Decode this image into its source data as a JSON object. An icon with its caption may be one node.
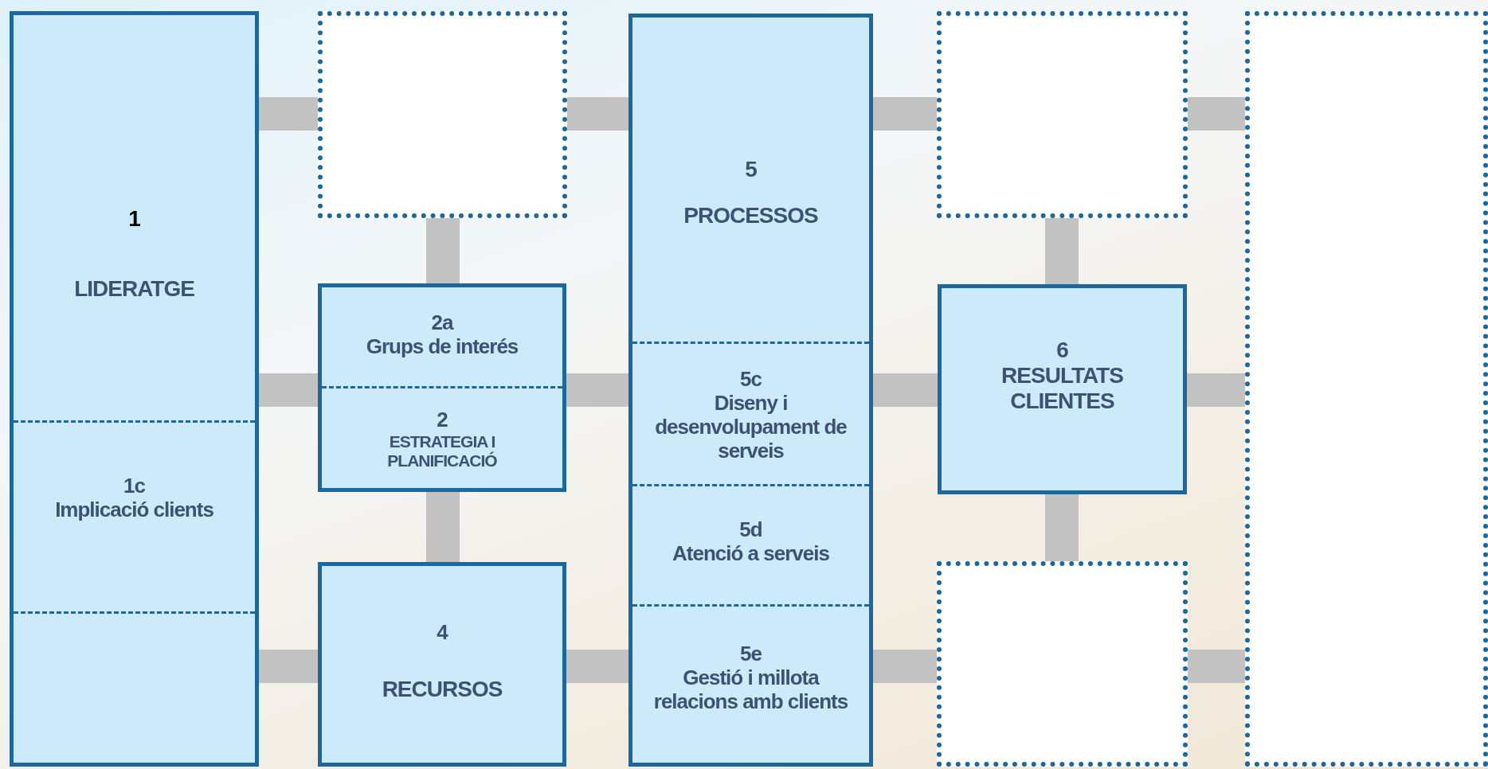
{
  "diagram": {
    "nodes": [
      {
        "text": [
          "1",
          "LIDERATGE"
        ]
      },
      {
        "text": [
          "1c",
          "Implicació clients"
        ],
        "in": 0
      },
      {
        "text": [],
        "shape": "box"
      },
      {
        "text": [
          "2",
          "ESTRATEGIA I PLANIFICACIÓ"
        ]
      },
      {
        "text": [
          "2a",
          "Grups de interés"
        ],
        "in": 3
      },
      {
        "text": [
          "4",
          "RECURSOS"
        ]
      },
      {
        "text": [
          "5",
          "PROCESSOS"
        ]
      },
      {
        "text": [
          "5c",
          "Diseny i desenvolupament de serveis"
        ],
        "in": 6
      },
      {
        "text": [
          "5d",
          "Atenció a serveis"
        ],
        "in": 6
      },
      {
        "text": [
          "5e",
          "Gestió i millota relacions amb clients"
        ],
        "in": 6
      },
      {
        "text": [],
        "shape": "box"
      },
      {
        "text": [
          "6",
          "RESULTATS CLIENTES"
        ]
      },
      {
        "text": [],
        "shape": "box"
      },
      {
        "text": [],
        "shape": "box"
      }
    ],
    "edges": [
      {
        "from": 0,
        "to": 2,
        "arrow": "none"
      },
      {
        "from": 0,
        "to": 3,
        "arrow": "none"
      },
      {
        "from": 0,
        "to": 5,
        "arrow": "none"
      },
      {
        "from": 2,
        "to": 3,
        "arrow": "none"
      },
      {
        "from": 3,
        "to": 5,
        "arrow": "none"
      },
      {
        "from": 2,
        "to": 6,
        "arrow": "none"
      },
      {
        "from": 3,
        "to": 6,
        "arrow": "none"
      },
      {
        "from": 5,
        "to": 6,
        "arrow": "none"
      },
      {
        "from": 6,
        "to": 10,
        "arrow": "none"
      },
      {
        "from": 6,
        "to": 11,
        "arrow": "none"
      },
      {
        "from": 6,
        "to": 12,
        "arrow": "none"
      },
      {
        "from": 10,
        "to": 11,
        "arrow": "none"
      },
      {
        "from": 11,
        "to": 12,
        "arrow": "none"
      },
      {
        "from": 10,
        "to": 13,
        "arrow": "none"
      },
      {
        "from": 11,
        "to": 13,
        "arrow": "none"
      },
      {
        "from": 12,
        "to": 13,
        "arrow": "none"
      }
    ]
  }
}
